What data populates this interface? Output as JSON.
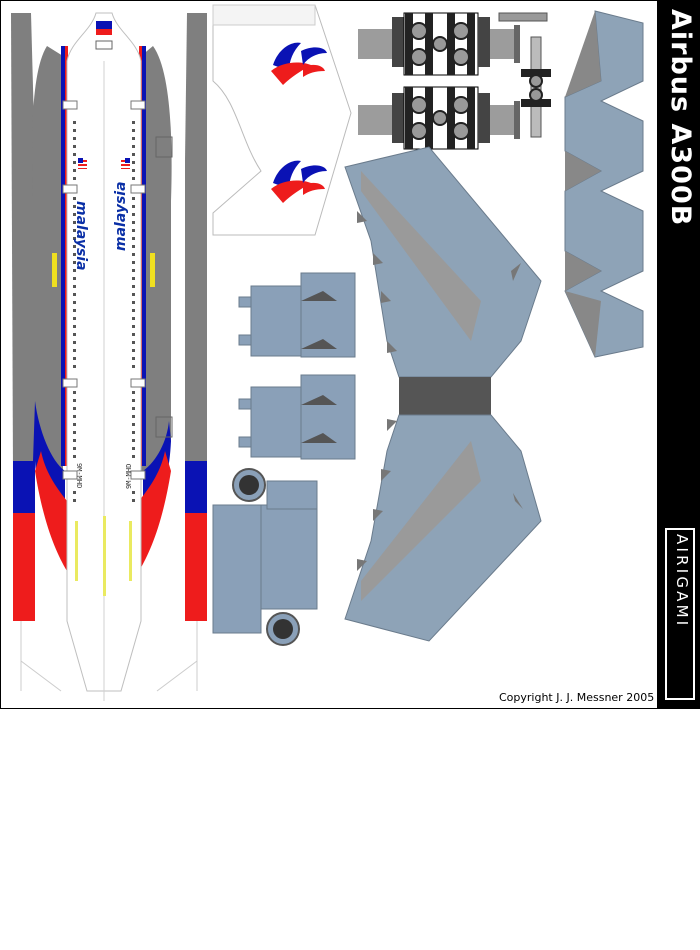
{
  "sheet": {
    "title": "Airbus A300B",
    "brand": "AIRIGAMI",
    "copyright": "Copyright J. J. Messner 2005"
  },
  "fuselage": {
    "livery_text": "malaysia",
    "registration": "9M-MHD"
  },
  "colors": {
    "gray": "#7f7f7f",
    "wing_blue": "#8ea3b7",
    "red": "#ee1c1c",
    "blue": "#0a12b4",
    "engine": "#8aa0b8",
    "dark": "#555555"
  },
  "icons": [
    "airline-logo-icon",
    "flag-icon",
    "halftone-dots-icon"
  ]
}
